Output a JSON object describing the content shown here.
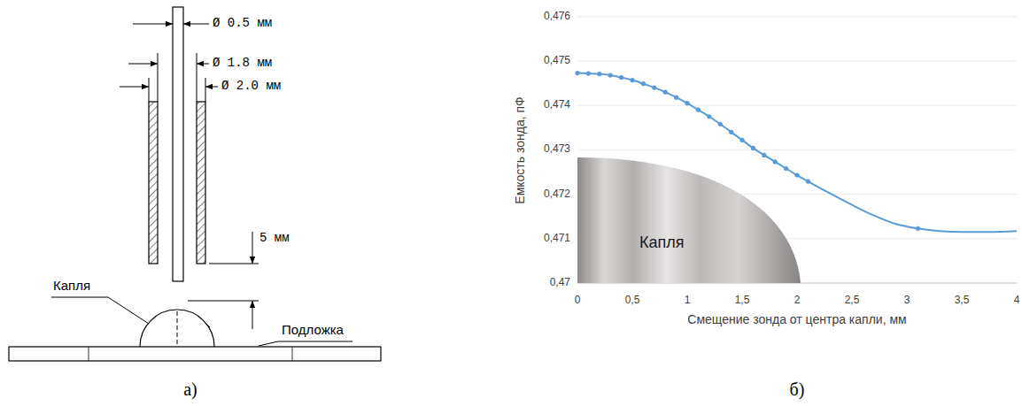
{
  "diagram": {
    "nodes": [
      {
        "text": [
          "Капля"
        ]
      }
    ],
    "labels": [
      "Ø 0.5 мм",
      "Ø 1.8 мм",
      "Ø 2.0 мм",
      "5 мм",
      "Капля",
      "Подложка",
      "а)",
      "0,476",
      "0,475",
      "0,474",
      "0,473",
      "0,472",
      "0,471",
      "0,47",
      "0",
      "0,5",
      "1",
      "1,5",
      "2",
      "2,5",
      "3",
      "3,5",
      "4",
      "Емкость зонда, пФ",
      "Смещение зонда от центра капли, мм",
      "б)"
    ]
  }
}
